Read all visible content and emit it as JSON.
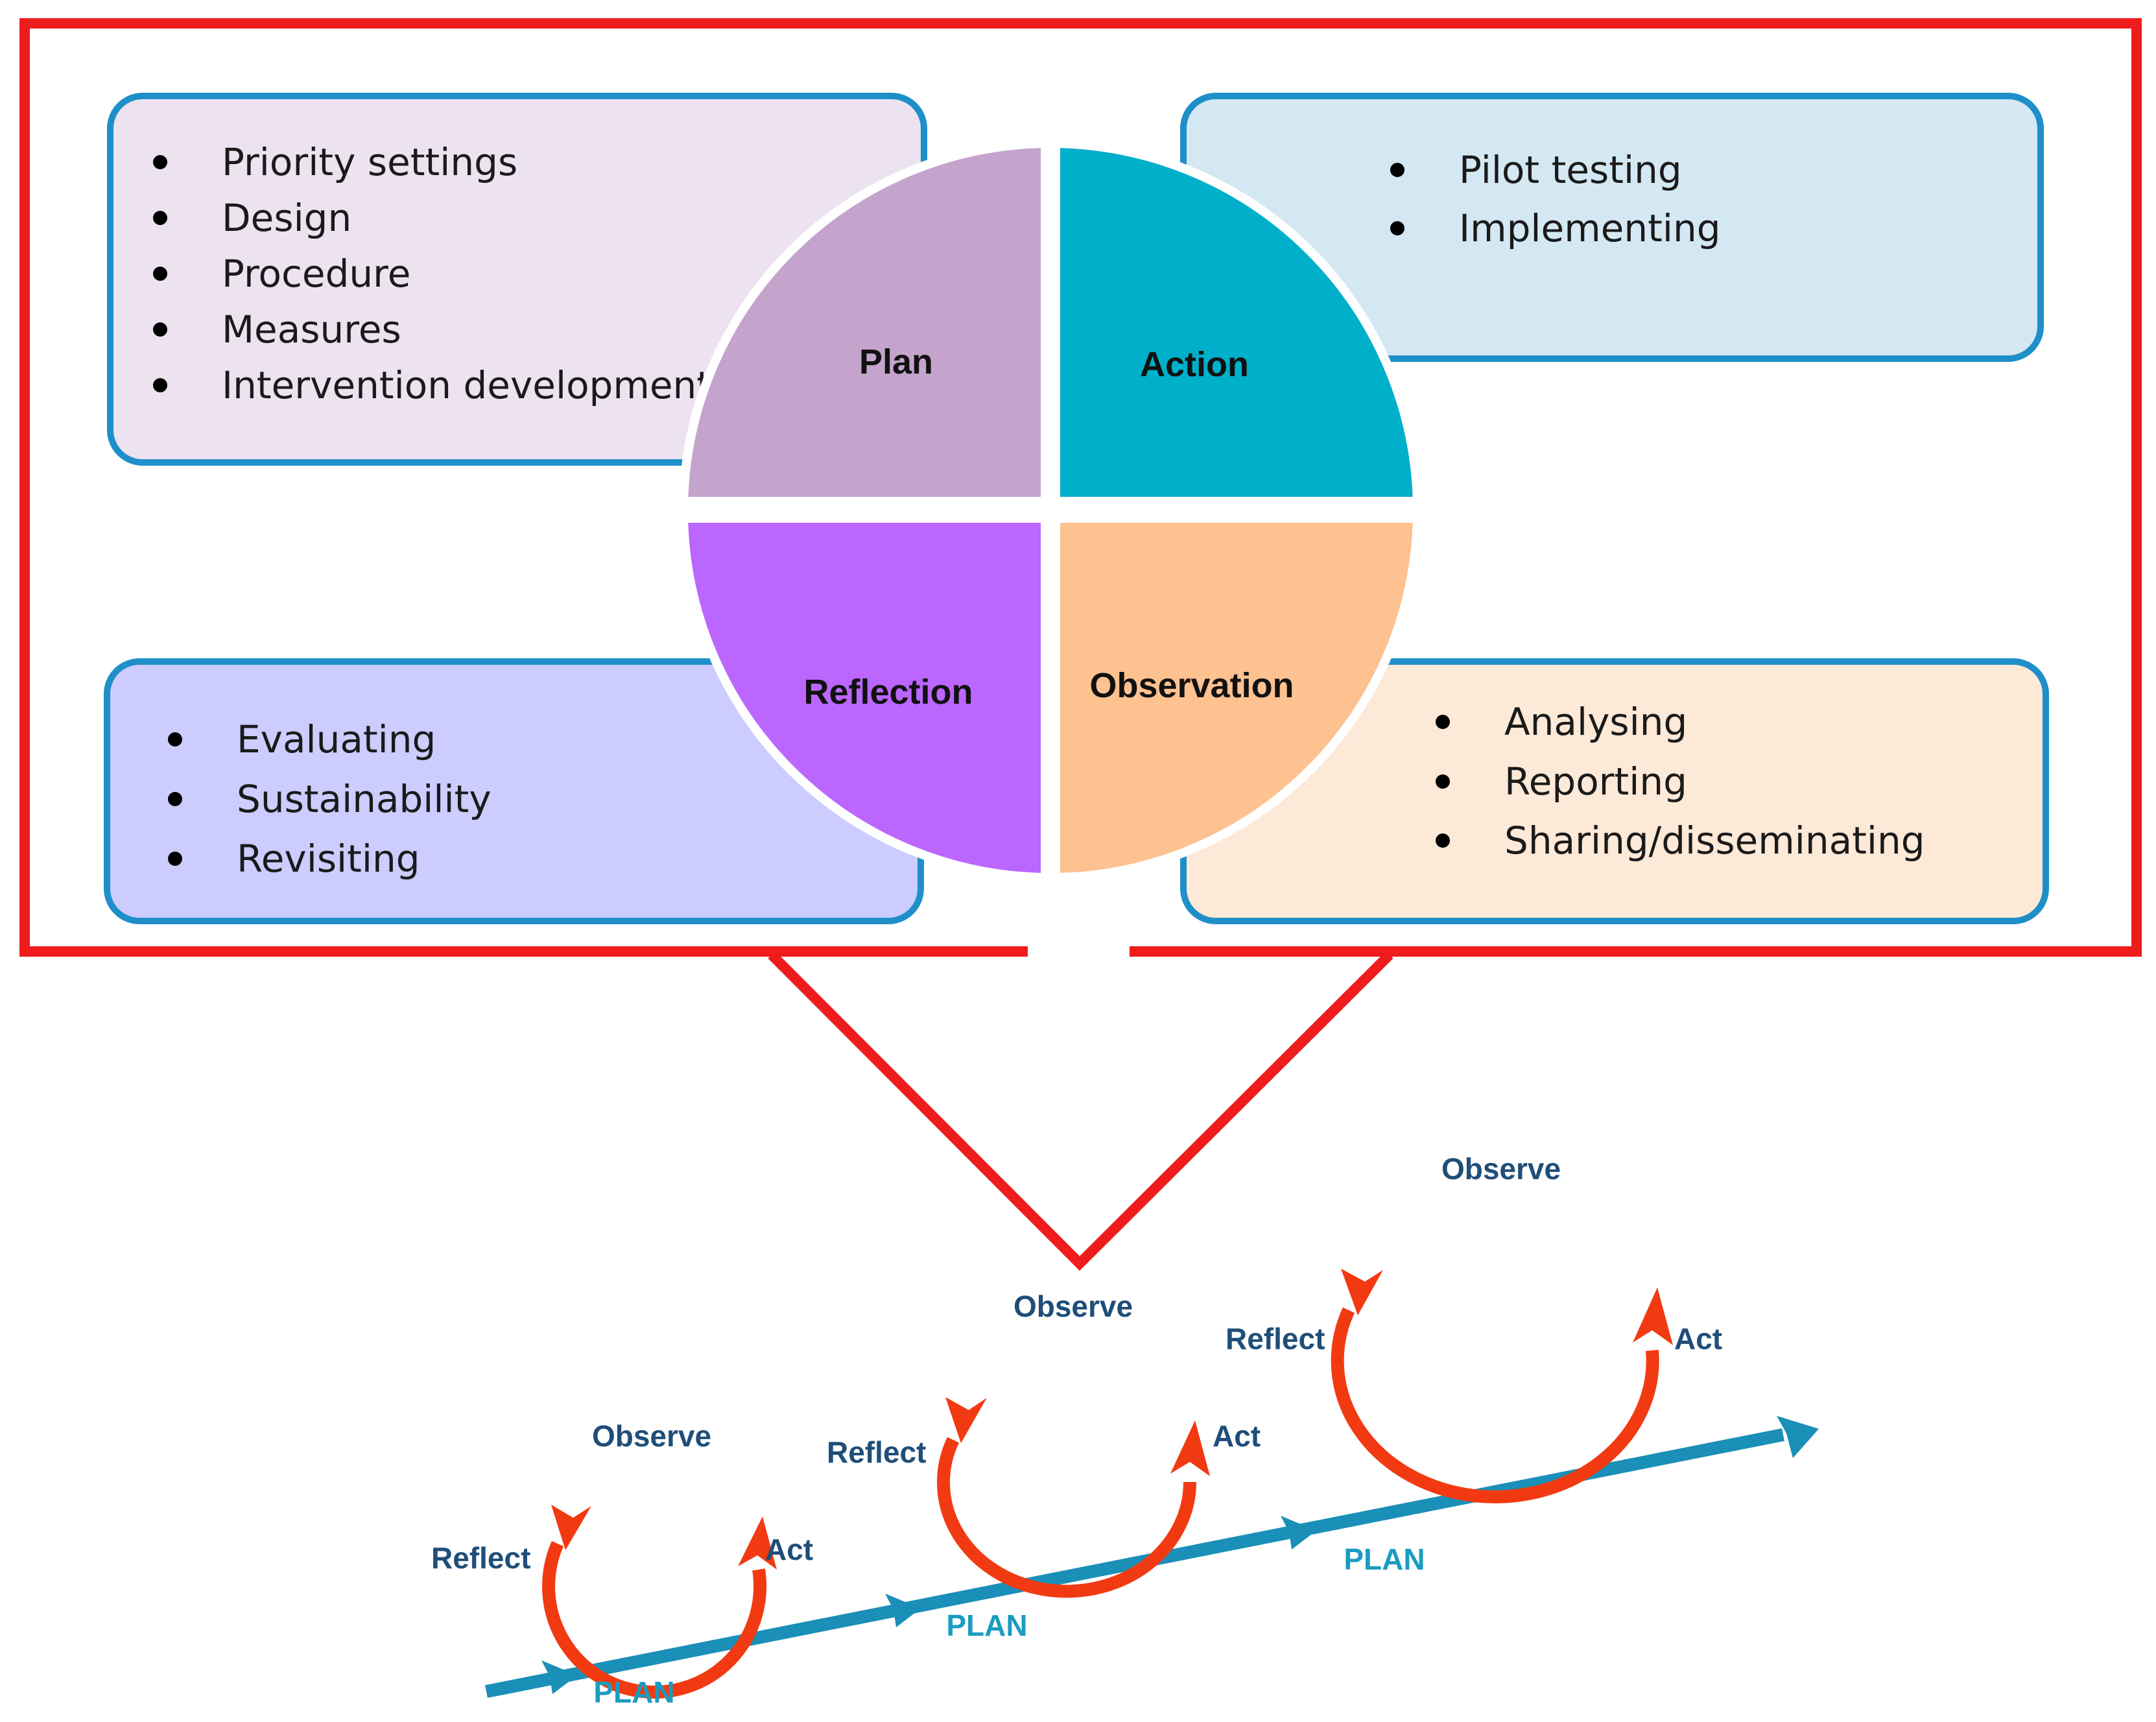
{
  "boxes": {
    "plan": {
      "items": [
        "Priority settings",
        "Design",
        "Procedure",
        "Measures",
        "Intervention development"
      ]
    },
    "action": {
      "items": [
        "Pilot testing",
        "Implementing"
      ]
    },
    "reflection": {
      "items": [
        "Evaluating",
        "Sustainability",
        "Revisiting"
      ]
    },
    "observation": {
      "items": [
        "Analysing",
        "Reporting",
        "Sharing/disseminating"
      ]
    }
  },
  "quadrants": {
    "plan": "Plan",
    "action": "Action",
    "reflection": "Reflection",
    "observation": "Observation"
  },
  "cycles": [
    {
      "observe": "Observe",
      "act": "Act",
      "reflect": "Reflect",
      "plan": "PLAN"
    },
    {
      "observe": "Observe",
      "act": "Act",
      "reflect": "Reflect",
      "plan": "PLAN"
    },
    {
      "observe": "Observe",
      "act": "Act",
      "reflect": "Reflect",
      "plan": "PLAN"
    }
  ],
  "colors": {
    "frame_red": "#ee1c1c",
    "box_border": "#1f8fc9",
    "plan_box": "#ede3f0",
    "action_box": "#d4e8f3",
    "reflection_box": "#ccccff",
    "observation_box": "#fde9d7",
    "plan_quadrant": "#c4a4cc",
    "action_quadrant": "#00afc9",
    "reflection_quadrant": "#bb66ff",
    "observation_quadrant": "#fec190",
    "cycle_red": "#f23a12",
    "timeline_blue": "#1a8fb8"
  }
}
